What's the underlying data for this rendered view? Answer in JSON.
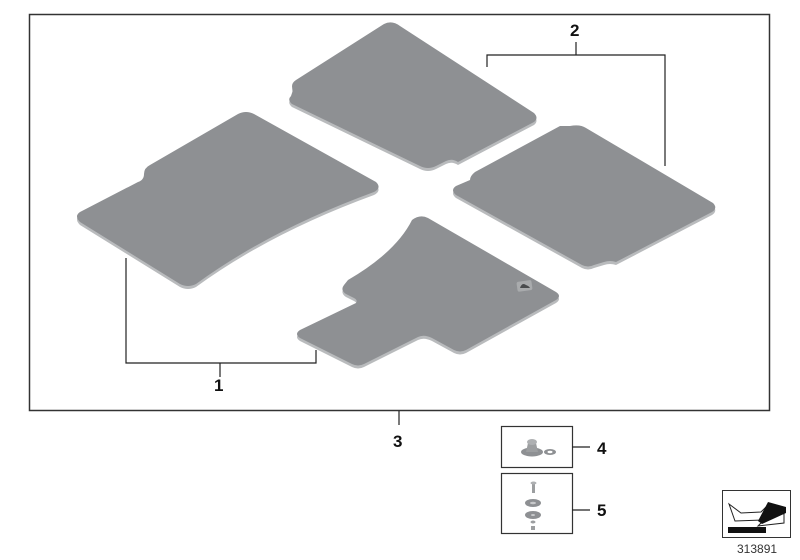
{
  "diagram": {
    "type": "exploded parts diagram",
    "subject": "floor mats set",
    "diagram_number": "313891",
    "colors": {
      "mat_fill": "#8e9093",
      "mat_edge": "#b9bbbd",
      "line": "#333333",
      "background": "#ffffff"
    }
  },
  "callouts": [
    {
      "id": "1",
      "label": "1",
      "description": "rear floor mats (pair)"
    },
    {
      "id": "2",
      "label": "2",
      "description": "front floor mats (pair)"
    },
    {
      "id": "3",
      "label": "3",
      "description": "floor mat set (main assembly frame)"
    },
    {
      "id": "4",
      "label": "4",
      "description": "fastener button with washer"
    },
    {
      "id": "5",
      "label": "5",
      "description": "fastening kit (bolt, washers, clip)"
    }
  ],
  "parts": [
    {
      "name": "mat-front-left",
      "callout": "2"
    },
    {
      "name": "mat-front-right",
      "callout": "2"
    },
    {
      "name": "mat-rear-left",
      "callout": "1"
    },
    {
      "name": "mat-rear-center",
      "callout": "1"
    }
  ],
  "icons": {
    "navigation": "arrow-down-left-icon",
    "logo_badge": "mat-logo-badge"
  }
}
